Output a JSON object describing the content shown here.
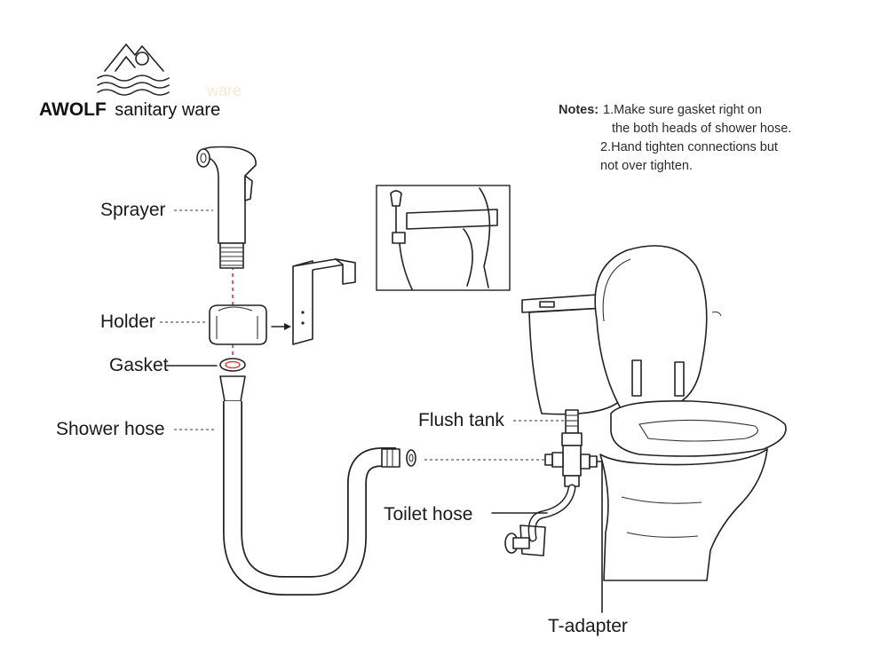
{
  "brand": {
    "name": "AWOLF",
    "tagline": "sanitary ware",
    "ghost_text": "ware"
  },
  "notes": {
    "heading": "Notes:",
    "line1": "1.Make sure gasket right on",
    "line2": "the both heads of shower hose.",
    "line3": "2.Hand tighten connections but",
    "line4": "not over tighten."
  },
  "labels": {
    "sprayer": "Sprayer",
    "holder": "Holder",
    "gasket": "Gasket",
    "shower_hose": "Shower hose",
    "flush_tank": "Flush tank",
    "toilet_hose": "Toilet hose",
    "t_adapter": "T-adapter"
  },
  "colors": {
    "notes_heading": "#d0343c",
    "assembly_axis": "#d83a3a",
    "line_art": "#222222"
  }
}
